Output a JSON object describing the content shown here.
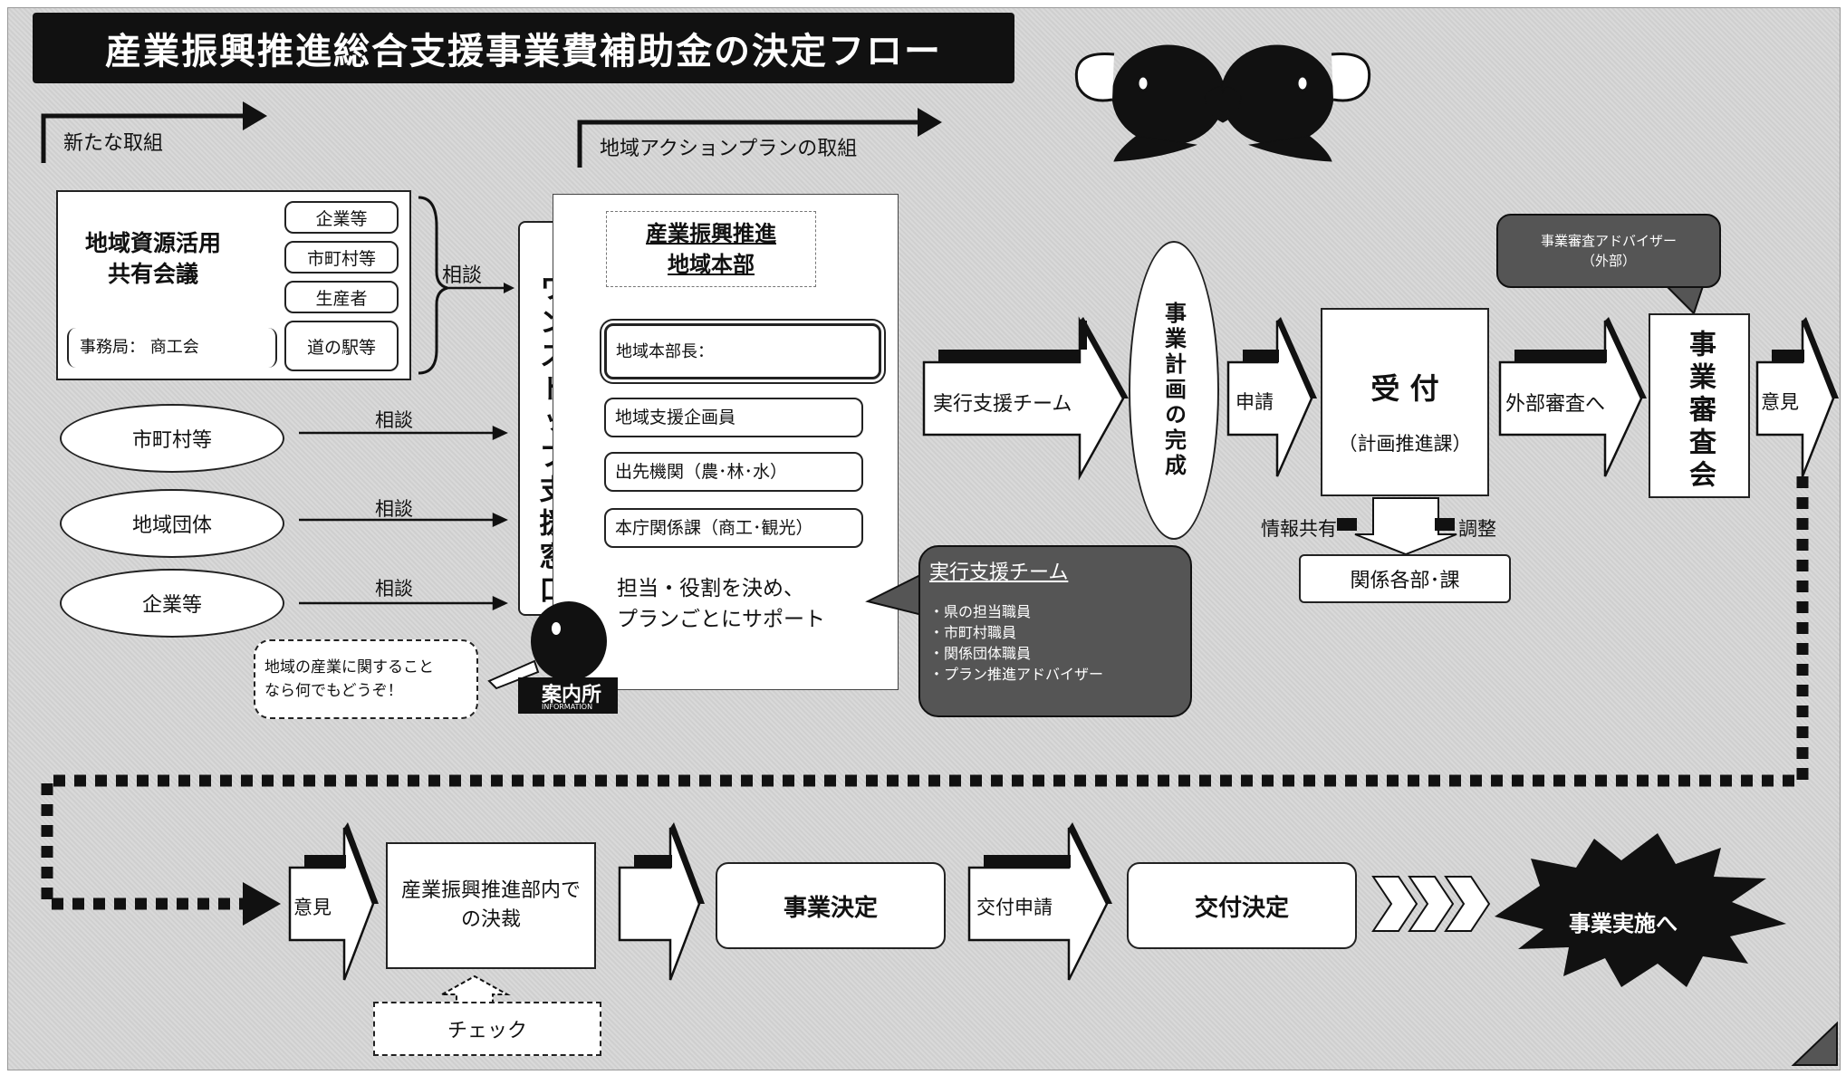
{
  "title": "産業振興推進総合支援事業費補助金の決定フロー",
  "new_initiative": "新たな取組",
  "regional_action": "地域アクションプランの取組",
  "council": {
    "name_line1": "地域資源活用",
    "name_line2": "共有会議",
    "secretariat": "事務局： 商工会",
    "members": [
      "企業等",
      "市町村等",
      "生産者",
      "道の駅等"
    ],
    "consult": "相談"
  },
  "left_ellipses": [
    {
      "label": "市町村等",
      "consult": "相談"
    },
    {
      "label": "地域団体",
      "consult": "相談"
    },
    {
      "label": "企業等",
      "consult": "相談"
    }
  ],
  "one_stop": "ワンストップ支援窓口",
  "speech_left": {
    "line1": "地域の産業に関すること",
    "line2": "なら何でもどうぞ！"
  },
  "info_label": "案内所",
  "info_sub": "INFORMATION",
  "hq": {
    "title_line1": "産業振興推進",
    "title_line2": "地域本部",
    "members": [
      "地域本部長：",
      "地域支援企画員",
      "出先機関（農･林･水）",
      "本庁関係課（商工･観光）"
    ],
    "note_line1": "担当・役割を決め、",
    "note_line2": "プランごとにサポート"
  },
  "team_callout": {
    "title": "実行支援チーム",
    "items": [
      "・県の担当職員",
      "・市町村職員",
      "・関係団体職員",
      "・プラン推進アドバイザー"
    ]
  },
  "flow_top": {
    "team_arrow": "実行支援チーム",
    "plan_complete": "事業計画の完成",
    "apply": "申請",
    "reception": "受 付",
    "reception_sub": "（計画推進課）",
    "info_share": "情報共有",
    "adjust": "調整",
    "related_depts": "関係各部･課",
    "external_review": "外部審査へ",
    "advisor_line1": "事業審査アドバイザー",
    "advisor_line2": "（外部）",
    "review_board": "事業審査会",
    "opinion": "意見"
  },
  "flow_bottom": {
    "opinion": "意見",
    "decision_internal": "産業振興推進部内での決裁",
    "check": "チェック",
    "project_decision": "事業決定",
    "grant_application": "交付申請",
    "grant_decision": "交付決定",
    "implementation": "事業実施へ"
  }
}
